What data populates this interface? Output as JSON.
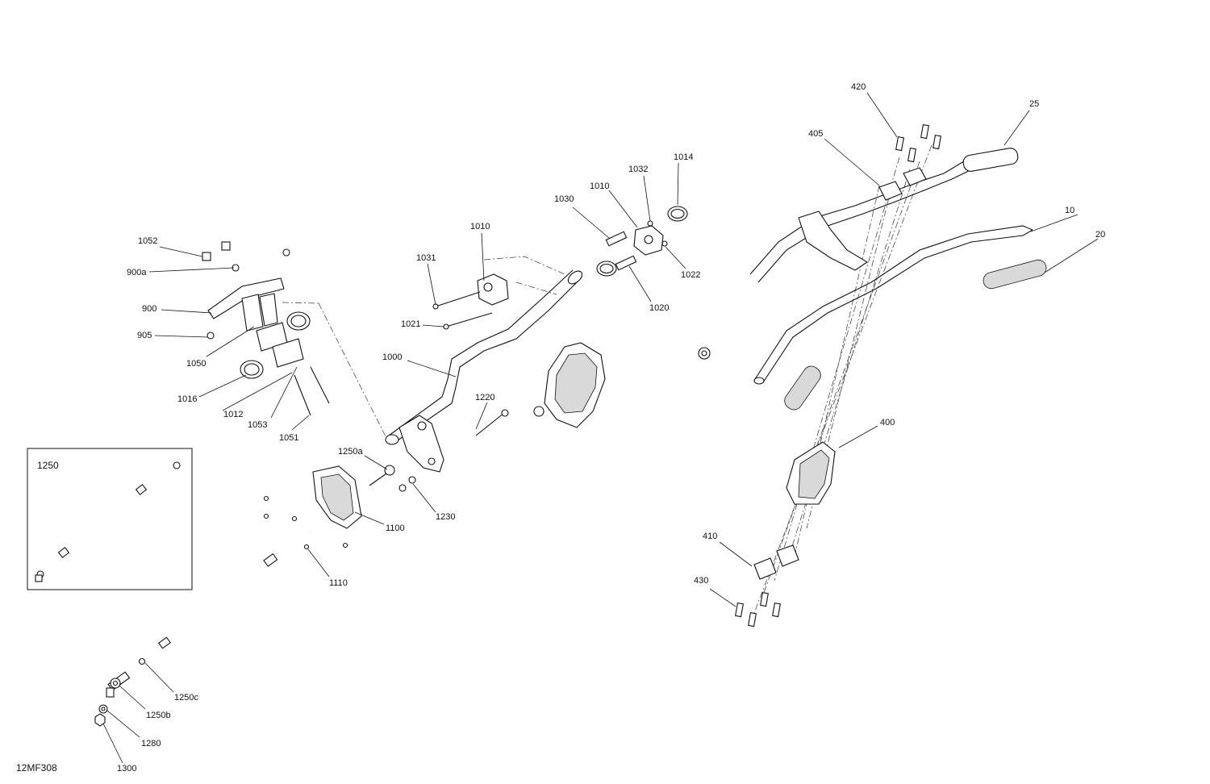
{
  "figure_code": "12MF308",
  "inset_box_label": "1250",
  "callouts": [
    "10",
    "20",
    "25",
    "400",
    "405",
    "410",
    "420",
    "430",
    "900",
    "900a",
    "905",
    "1000",
    "1010",
    "1010",
    "1012",
    "1014",
    "1016",
    "1020",
    "1021",
    "1022",
    "1030",
    "1031",
    "1032",
    "1050",
    "1051",
    "1052",
    "1053",
    "1100",
    "1110",
    "1220",
    "1230",
    "1250a",
    "1250b",
    "1250c",
    "1280",
    "1300"
  ]
}
